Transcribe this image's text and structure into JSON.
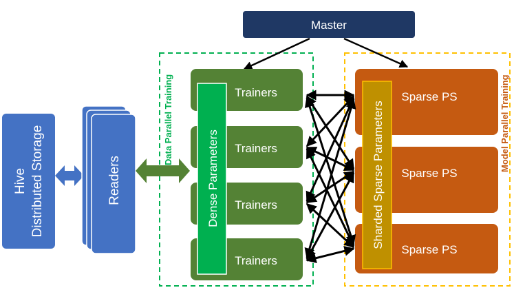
{
  "master": {
    "label": "Master"
  },
  "storage": {
    "line1": "Hive",
    "line2": "Distributed Storage"
  },
  "readers": {
    "label": "Readers"
  },
  "trainers": {
    "labels": [
      "Trainers",
      "Trainers",
      "Trainers",
      "Trainers"
    ]
  },
  "dense_params": {
    "label": "Dense Parameters"
  },
  "sparse_ps": {
    "labels": [
      "Sparse PS",
      "Sparse PS",
      "Sparse PS"
    ]
  },
  "sharded_params": {
    "label": "Sharded Sparse Parameters"
  },
  "groups": {
    "data_parallel": "Data Parallel Training",
    "model_parallel": "Model Parallel Training"
  },
  "colors": {
    "master": "#1f3864",
    "storage": "#4472c4",
    "trainer": "#548235",
    "dense": "#00b050",
    "sparse_ps": "#c55a11",
    "sharded": "#bf9000",
    "data_group_border": "#00b050",
    "model_group_border": "#ffc000",
    "data_group_text": "#00b050",
    "model_group_text": "#c55a11"
  }
}
